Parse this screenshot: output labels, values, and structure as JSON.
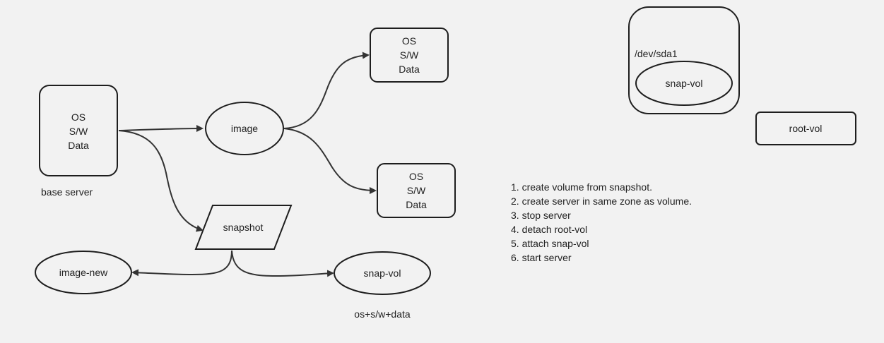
{
  "colors": {
    "background": "#f2f2f2",
    "stroke": "#1e1e1e",
    "text": "#222222"
  },
  "nodes": {
    "base_server": {
      "lines": [
        "OS",
        "S/W",
        "Data"
      ],
      "caption": "base server"
    },
    "image": {
      "label": "image"
    },
    "os_box_top": {
      "lines": [
        "OS",
        "S/W",
        "Data"
      ]
    },
    "os_box_mid": {
      "lines": [
        "OS",
        "S/W",
        "Data"
      ]
    },
    "snapshot": {
      "label": "snapshot"
    },
    "image_new": {
      "label": "image-new"
    },
    "snap_vol": {
      "label": "snap-vol",
      "caption": "os+s/w+data"
    },
    "dev_container": {
      "label": "/dev/sda1"
    },
    "inner_snap_vol": {
      "label": "snap-vol"
    },
    "root_vol": {
      "label": "root-vol"
    }
  },
  "steps": [
    "1. create volume from snapshot.",
    "2. create server in same zone as volume.",
    "3. stop server",
    "4. detach root-vol",
    "5. attach snap-vol",
    "6. start server"
  ]
}
